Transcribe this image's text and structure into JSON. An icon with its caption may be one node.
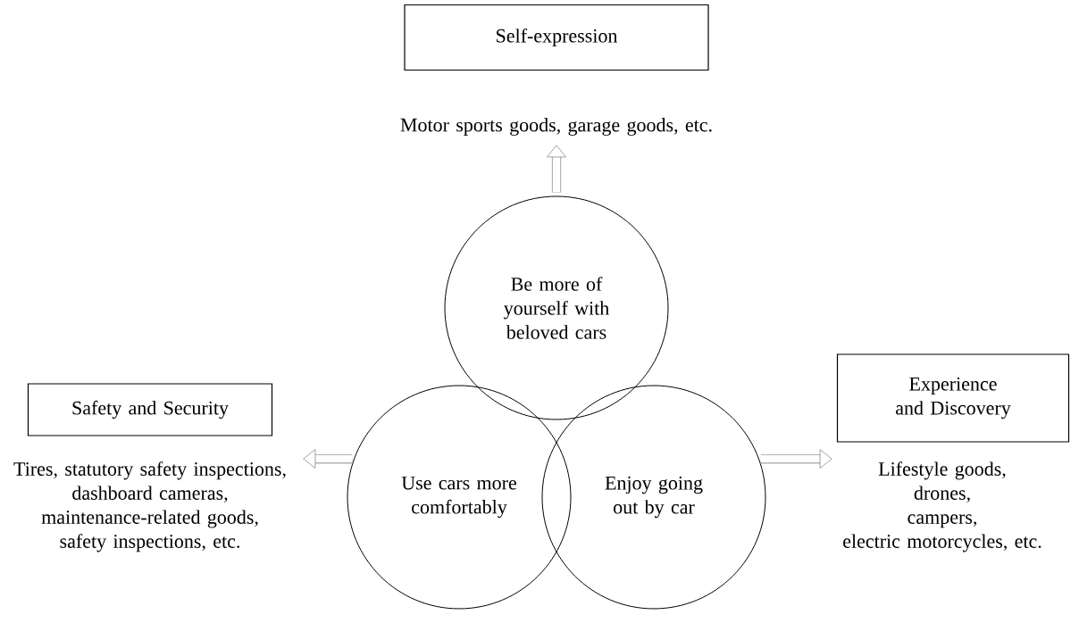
{
  "diagram": {
    "nodes": [
      {
        "text": [
          "Self-expression"
        ]
      },
      {
        "text": [
          "Motor sports goods, garage goods, etc."
        ]
      },
      {
        "text": [
          "Be more of yourself with beloved cars"
        ]
      },
      {
        "text": [
          "Use cars more comfortably"
        ]
      },
      {
        "text": [
          "Enjoy going out by car"
        ]
      },
      {
        "text": [
          "Safety and Security"
        ]
      },
      {
        "text": [
          "Tires, statutory safety inspections,",
          "dashboard cameras,",
          "maintenance-related goods,",
          "safety inspections, etc."
        ]
      },
      {
        "text": [
          "Experience and Discovery"
        ]
      },
      {
        "text": [
          "Lifestyle goods,",
          "drones,",
          "campers,",
          "electric motorcycles, etc."
        ]
      }
    ],
    "edges": [
      {
        "from": 2,
        "to": 1,
        "arrow": "to"
      },
      {
        "from": 3,
        "to": 6,
        "arrow": "to"
      },
      {
        "from": 4,
        "to": 8,
        "arrow": "to"
      }
    ]
  }
}
